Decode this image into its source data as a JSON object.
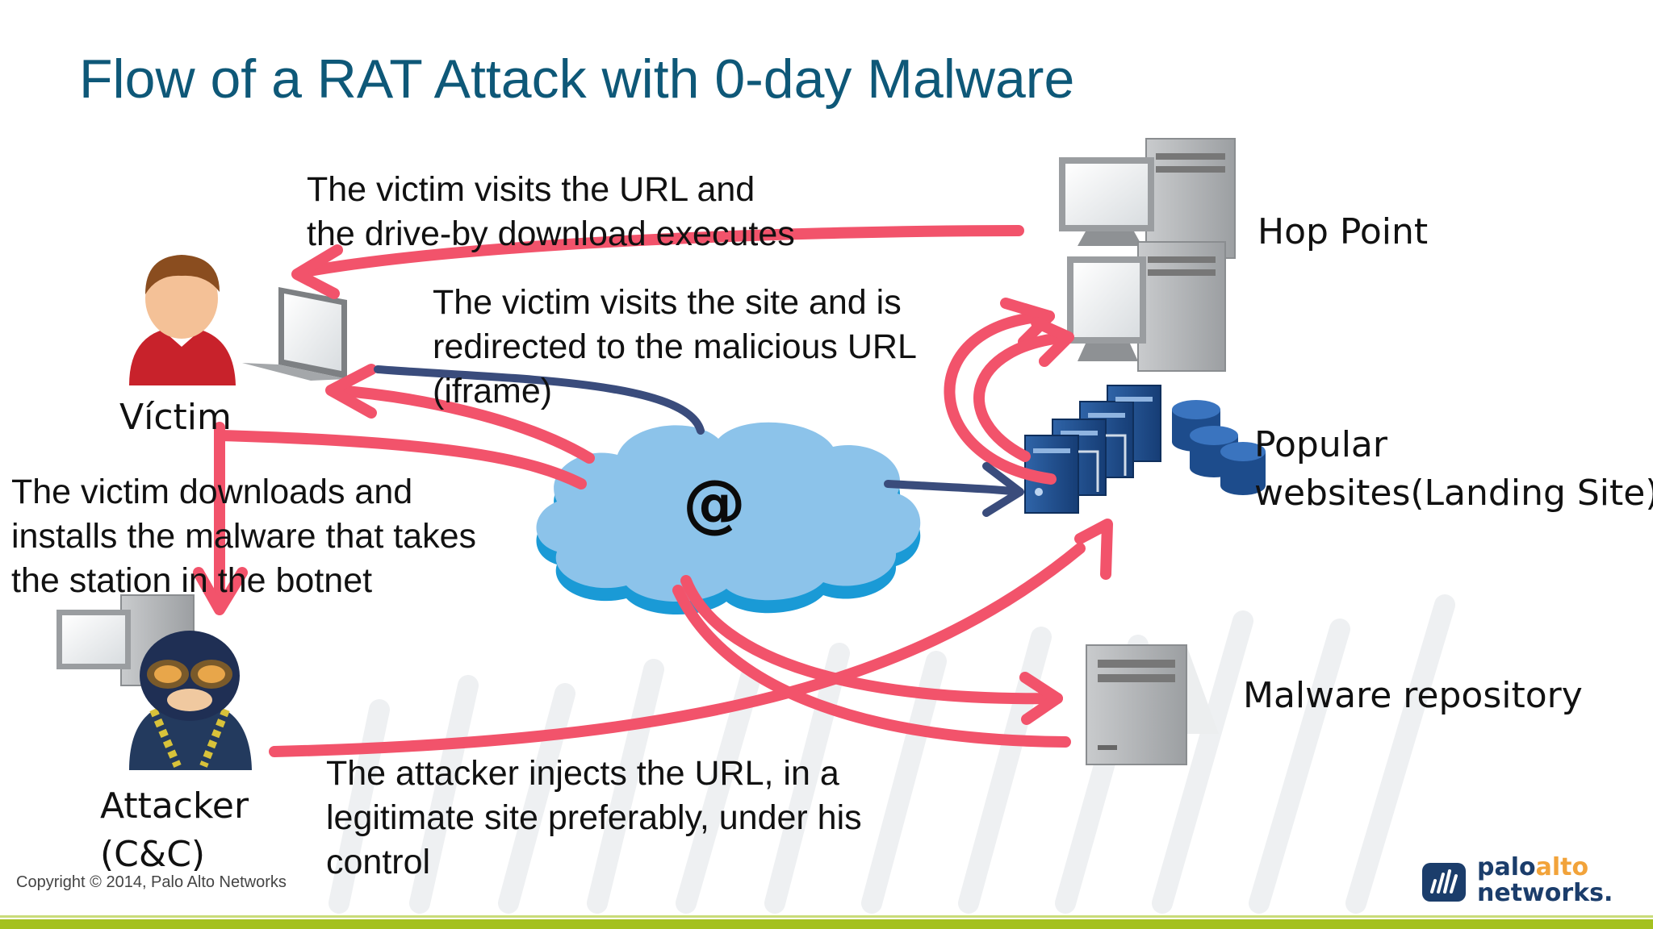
{
  "title": "Flow of a RAT Attack with 0-day Malware",
  "nodes": {
    "victim": "Víctim",
    "attacker_line1": "Attacker",
    "attacker_line2": "(C&C)",
    "hop_point": "Hop Point",
    "popular_line1": "Popular",
    "popular_line2": "websites(Landing Site)",
    "malware_repository": "Malware repository",
    "internet_symbol": "@"
  },
  "steps": {
    "drive_by": [
      "The victim visits the URL and",
      "the drive-by download executes"
    ],
    "redirect": [
      "The victim visits the site and is",
      "redirected to the malicious URL",
      "(iframe)"
    ],
    "install": [
      "The victim downloads and",
      "installs the malware that takes",
      "the station in the botnet"
    ],
    "inject": [
      "The attacker injects the URL, in a",
      "legitimate site preferably, under his",
      "control"
    ]
  },
  "copyright": "Copyright © 2014, Palo Alto Networks",
  "logo": {
    "word1a": "palo",
    "word1b": "alto",
    "word2": "networks."
  },
  "colors": {
    "title": "#0e5878",
    "arrow_red": "#f2536b",
    "arrow_navy": "#3a4c7c",
    "cloud": "#8cc3ea",
    "accent_bar": "#a4c11f"
  }
}
